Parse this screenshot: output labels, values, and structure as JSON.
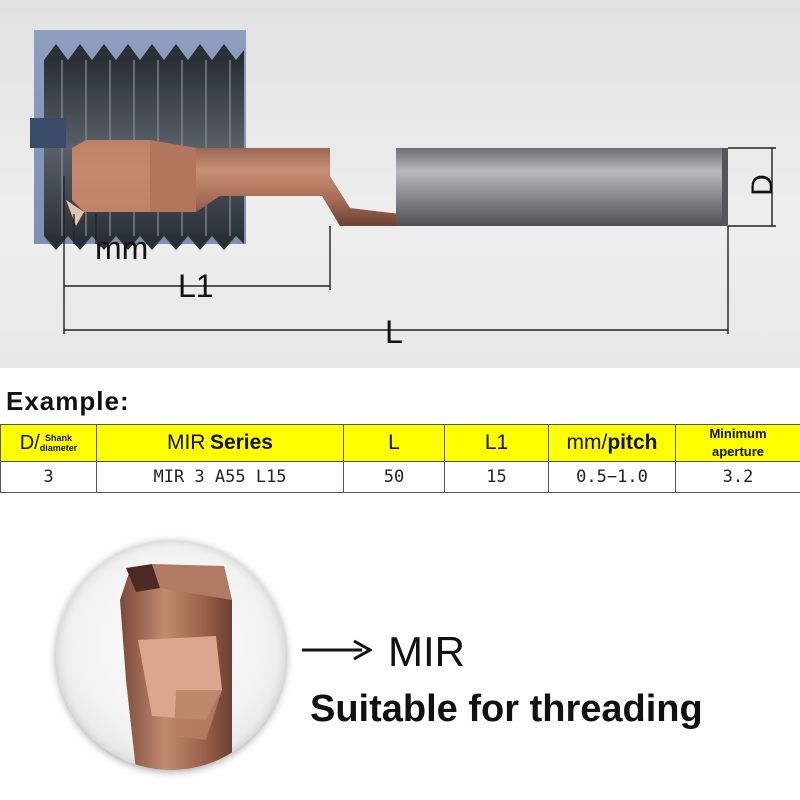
{
  "diagram": {
    "label_mm": "mm",
    "label_l1": "L1",
    "label_l": "L",
    "label_d": "D"
  },
  "example": {
    "heading": "Example:"
  },
  "table": {
    "headers": {
      "d": "D/",
      "d_note_1": "Shank",
      "d_note_2": "diameter",
      "series_prefix": "MIR",
      "series_suffix": "Series",
      "l": "L",
      "l1": "L1",
      "pitch_prefix": "mm/",
      "pitch_suffix": "pitch",
      "aperture_1": "Minimum",
      "aperture_2": "aperture"
    },
    "rows": [
      {
        "d": "3",
        "series": "MIR 3 A55 L15",
        "l": "50",
        "l1": "15",
        "pitch": "0.5−1.0",
        "aperture": "3.2"
      }
    ],
    "header_color": "#ffff00"
  },
  "closeup": {
    "arrow": "arrow-right-icon",
    "label": "MIR",
    "caption": "Suitable for threading"
  }
}
